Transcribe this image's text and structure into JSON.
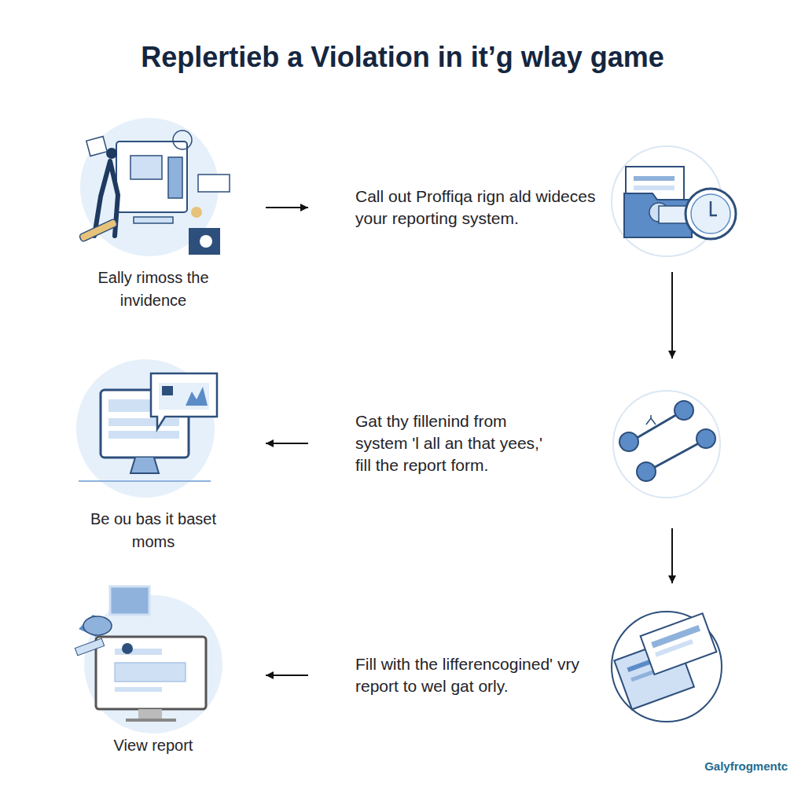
{
  "diagram": {
    "title": "Replertieb a Violation in it’g wlay game",
    "nodes": [
      {
        "text": [
          "Eally rimoss the invidence"
        ]
      },
      {
        "text": [
          "Call out Proffiqa rign ald wideces your reporting system."
        ]
      },
      {
        "text": [
          "Be ou bas it baset moms"
        ]
      },
      {
        "text": [
          "Gat thy fillenind from system 'l all an that yees,' fill the report form."
        ]
      },
      {
        "text": [
          "View report"
        ]
      },
      {
        "text": [
          "Fill with the lifferencogined' vry report to wel gat orly."
        ]
      }
    ],
    "edges": [
      {
        "from": 0,
        "to": 1,
        "arrow": "to"
      },
      {
        "from": 3,
        "to": 2,
        "arrow": "to"
      },
      {
        "from": 5,
        "to": 4,
        "arrow": "to"
      }
    ],
    "labels": [
      "Galyfrogmentc"
    ]
  }
}
